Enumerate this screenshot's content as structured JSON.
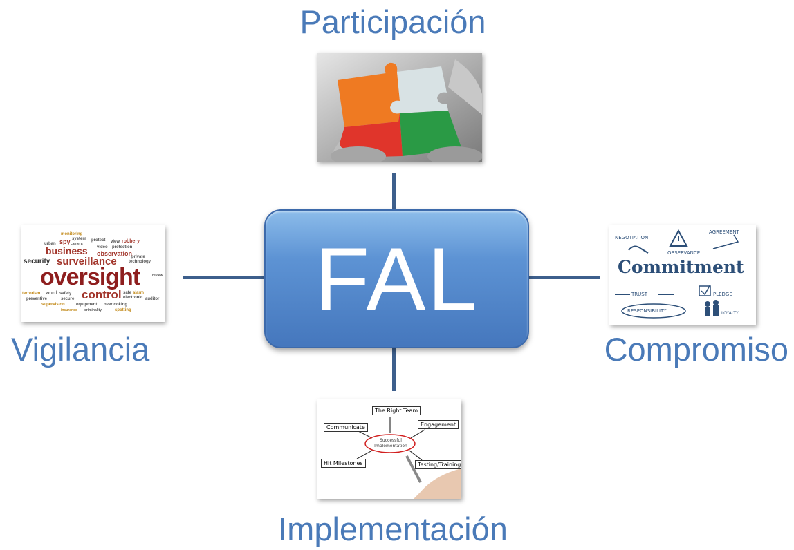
{
  "center": {
    "label": "FAL"
  },
  "nodes": {
    "top": {
      "label": "Participación"
    },
    "left": {
      "label": "Vigilancia"
    },
    "right": {
      "label": "Compromiso"
    },
    "bottom": {
      "label": "Implementación"
    }
  },
  "images": {
    "top": {
      "icon": "puzzle-pieces-image"
    },
    "left": {
      "icon": "word-cloud-image",
      "words": [
        "monitoring",
        "urban",
        "spy",
        "system",
        "camera",
        "protect",
        "view",
        "robbery",
        "business",
        "video",
        "protection",
        "observation",
        "security",
        "surveillance",
        "private",
        "technology",
        "oversight",
        "terrorism",
        "word",
        "safety",
        "control",
        "safe",
        "alarm",
        "electronic",
        "preventive",
        "secure",
        "supervision",
        "equipment",
        "overlooking",
        "insurance",
        "criminality",
        "spotting",
        "auditor",
        "review"
      ]
    },
    "right": {
      "icon": "commitment-sketch-image",
      "words": [
        "NEGOTIATION",
        "AGREEMENT",
        "OBSERVANCE",
        "Commitment",
        "TRUST",
        "PLEDGE",
        "RESPONSIBILITY",
        "LOYALTY"
      ]
    },
    "bottom": {
      "icon": "implementation-flowchart-image",
      "words": [
        "The Right Team",
        "Communicate",
        "Engagement",
        "Successful Implementation",
        "Hit Milestones",
        "Testing/Training"
      ]
    }
  },
  "colors": {
    "label": "#4a7ab8",
    "connector": "#3d5f8c",
    "box_top": "#8cbcea",
    "box_bottom": "#4577bd",
    "box_text": "#ffffff"
  }
}
